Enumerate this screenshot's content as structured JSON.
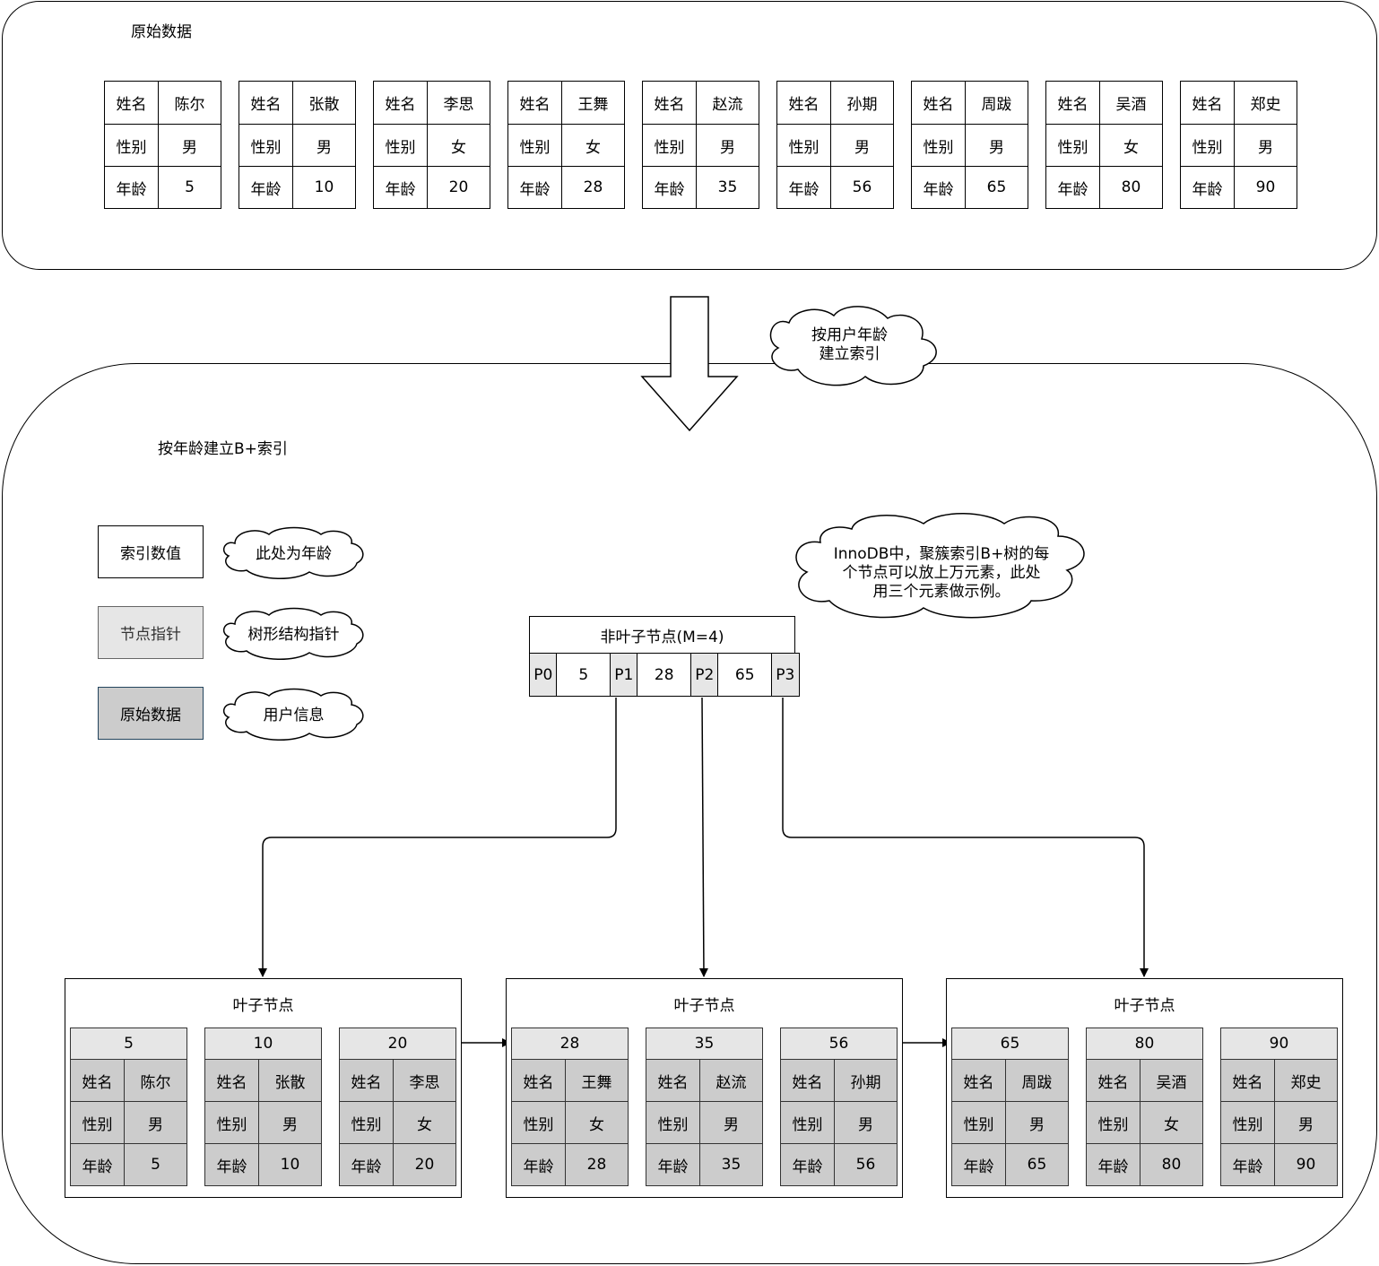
{
  "top_panel": {
    "title": "原始数据"
  },
  "bottom_panel": {
    "title": "按年龄建立B+索引"
  },
  "arrow_cloud": {
    "text": "按用户年龄\n建立索引"
  },
  "innodb_cloud": {
    "text": "InnoDB中，聚簇索引B+树的每\n个节点可以放上万元素，此处\n用三个元素做示例。"
  },
  "legend": [
    {
      "label": "索引数值",
      "note": "此处为年龄"
    },
    {
      "label": "节点指针",
      "note": "树形结构指针"
    },
    {
      "label": "原始数据",
      "note": "用户信息"
    }
  ],
  "fields": {
    "name": "姓名",
    "gender": "性别",
    "age": "年龄"
  },
  "records": [
    {
      "name": "陈尔",
      "gender": "男",
      "age": "5"
    },
    {
      "name": "张散",
      "gender": "男",
      "age": "10"
    },
    {
      "name": "李思",
      "gender": "女",
      "age": "20"
    },
    {
      "name": "王舞",
      "gender": "女",
      "age": "28"
    },
    {
      "name": "赵流",
      "gender": "男",
      "age": "35"
    },
    {
      "name": "孙期",
      "gender": "男",
      "age": "56"
    },
    {
      "name": "周跋",
      "gender": "男",
      "age": "65"
    },
    {
      "name": "吴酒",
      "gender": "女",
      "age": "80"
    },
    {
      "name": "郑史",
      "gender": "男",
      "age": "90"
    }
  ],
  "internal_node": {
    "title": "非叶子节点(M=4)",
    "cells": [
      "P0",
      "5",
      "P1",
      "28",
      "P2",
      "65",
      "P3"
    ]
  },
  "leaf_nodes": [
    {
      "title": "叶子节点"
    },
    {
      "title": "叶子节点"
    },
    {
      "title": "叶子节点"
    }
  ],
  "colors": {
    "pointer_fill": "#e6e6e6",
    "raw_data_fill": "#cccccc",
    "line": "#000000"
  }
}
